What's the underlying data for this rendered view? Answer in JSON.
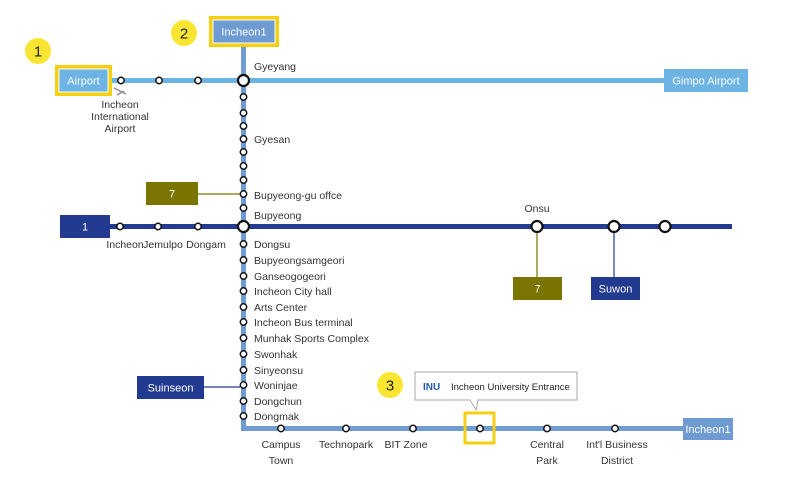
{
  "colors": {
    "airport_line": "#6db3e4",
    "incheon1_line": "#6f9bd3",
    "line1": "#223a8f",
    "line7": "#7a7400",
    "highlight": "#f5d012",
    "badge": "#fae632"
  },
  "badges": [
    "1",
    "2",
    "3"
  ],
  "terminals": {
    "airport": "Airport",
    "gimpo": "Gimpo Airport",
    "incheon1_top": "Incheon1",
    "incheon1_end": "Incheon1",
    "line1": "1",
    "line7_left": "7",
    "line7_right": "7",
    "suwon": "Suwon",
    "suinseon": "Suinseon"
  },
  "airport_line": {
    "airport_station": [
      "Incheon",
      "International",
      "Airport"
    ],
    "gyeyang": "Gyeyang"
  },
  "incheon1_upper": {
    "gyesan": "Gyesan",
    "bupyeonggu": "Bupyeong-gu offce",
    "bupyeong": "Bupyeong"
  },
  "line1_stations": [
    "Incheon",
    "Jemulpo",
    "Dongam",
    "Onsu"
  ],
  "incheon1_lower": [
    "Dongsu",
    "Bupyeongsamgeori",
    "Ganseogogeori",
    "Incheon City hall",
    "Arts Center",
    "Incheon Bus terminal",
    "Munhak Sports Complex",
    "Swonhak",
    "Sinyeonsu",
    "Woninjae",
    "Dongchun",
    "Dongmak"
  ],
  "bottom_stations": {
    "campus": [
      "Campus",
      "Town"
    ],
    "technopark": "Technopark",
    "bit": "BIT Zone",
    "central": [
      "Central",
      "Park"
    ],
    "intl": [
      "Int'l Business",
      "District"
    ]
  },
  "callout": {
    "logo": "INU",
    "text": "Incheon University Entrance"
  }
}
